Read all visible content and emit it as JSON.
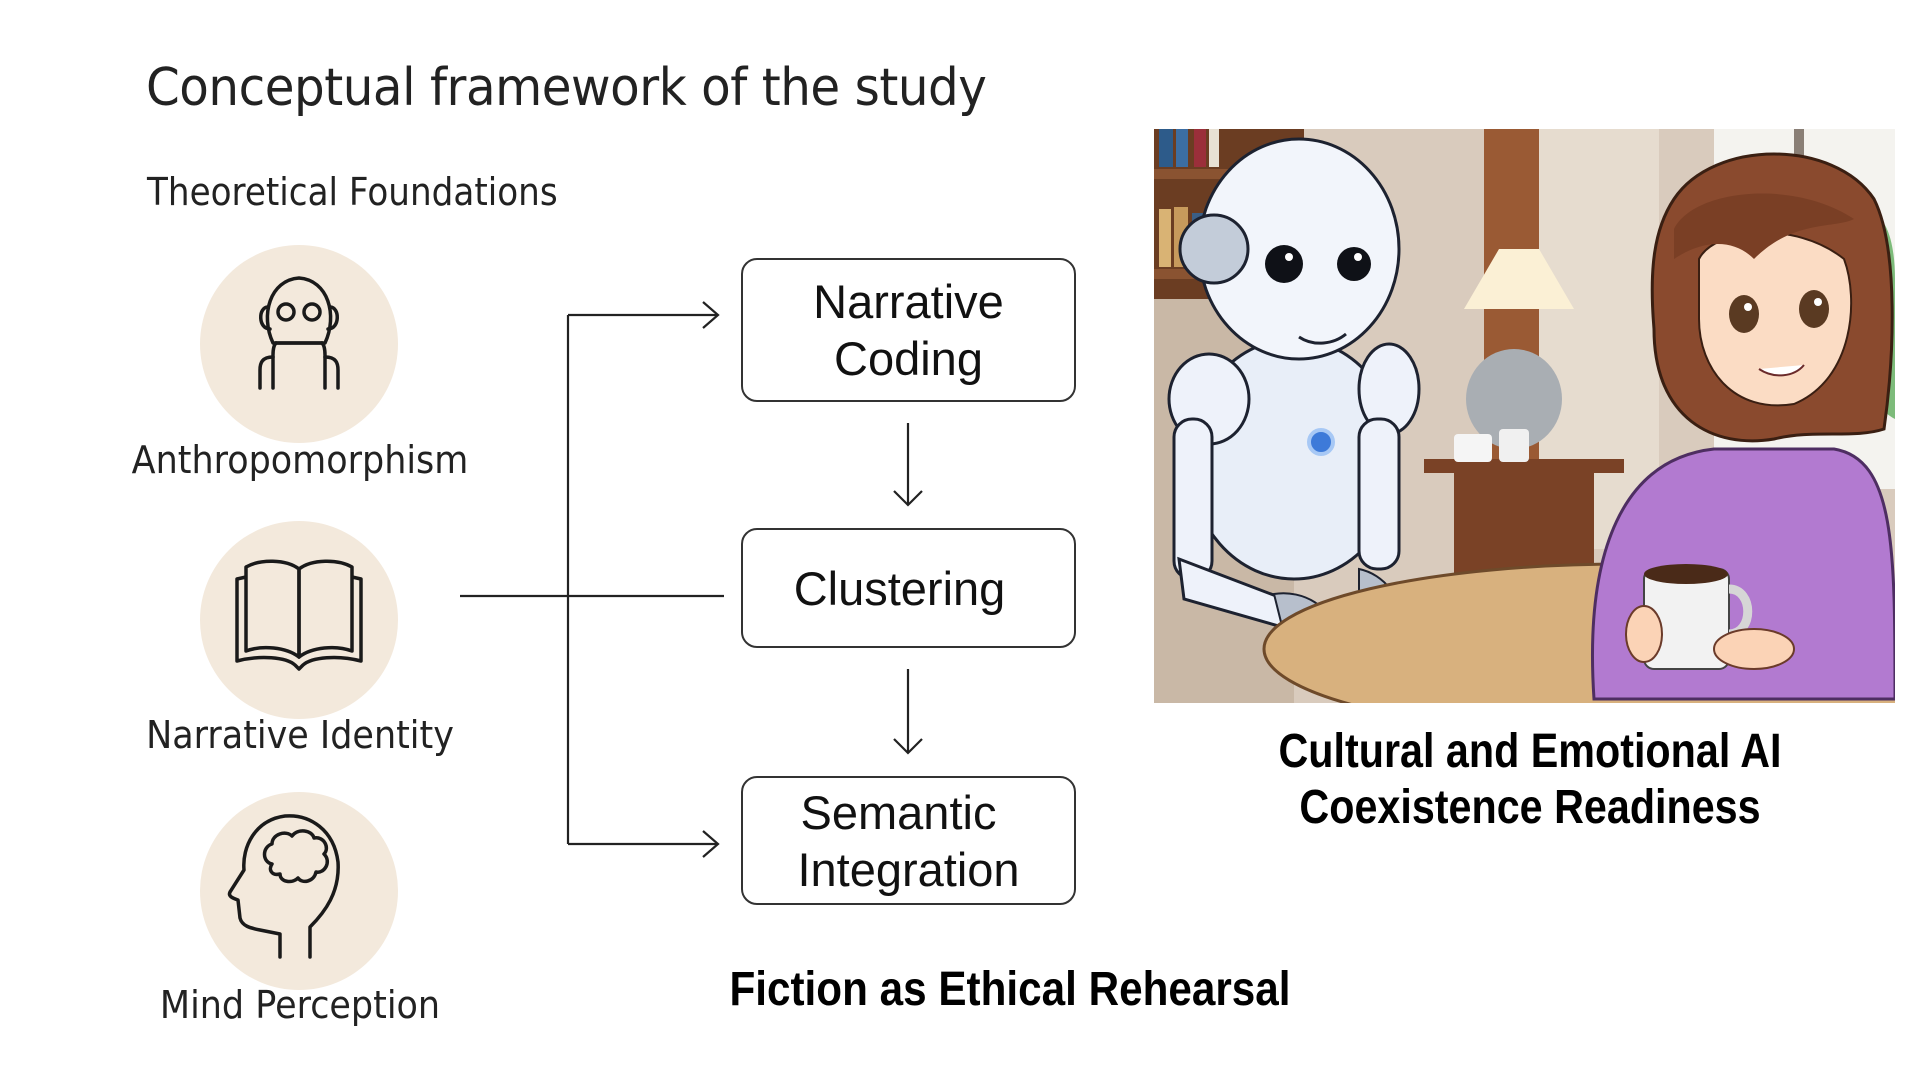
{
  "title": "Conceptual framework of the study",
  "section_heading": "Theoretical Foundations",
  "foundations": [
    {
      "label": "Anthropomorphism",
      "icon": "robot-icon"
    },
    {
      "label": "Narrative Identity",
      "icon": "open-book-icon"
    },
    {
      "label": "Mind Perception",
      "icon": "head-brain-icon"
    }
  ],
  "process_steps": [
    {
      "lines": [
        "Narrative",
        "Coding"
      ]
    },
    {
      "lines": [
        "Clustering"
      ]
    },
    {
      "lines": [
        "Semantic",
        "Integration"
      ]
    }
  ],
  "illustration": {
    "description": "Robot and woman sitting at a table with coffee",
    "caption_lines": [
      "Cultural and Emotional AI",
      "Coexistence Readiness"
    ]
  },
  "footer_caption": "Fiction as Ethical Rehearsal",
  "colors": {
    "circle_fill": "#f3e9dc",
    "line": "#222222",
    "shirt": "#b27ad0",
    "hair": "#8a4a2e"
  }
}
